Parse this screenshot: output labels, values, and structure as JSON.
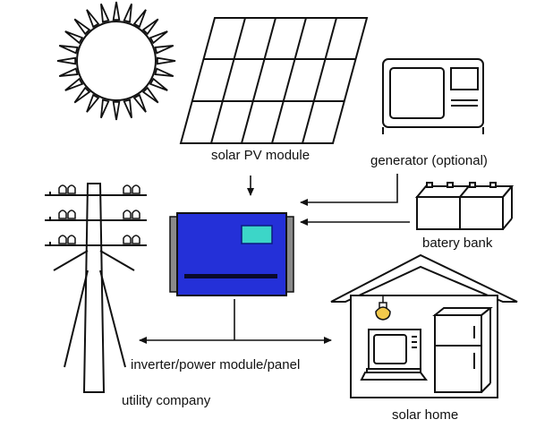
{
  "labels": {
    "solar_pv_module": "solar PV module",
    "generator": "generator (optional)",
    "battery_bank": "batery bank",
    "inverter": "inverter/power module/panel",
    "utility_company": "utility company",
    "solar_home": "solar home"
  },
  "colors": {
    "line": "#111111",
    "inverter_body": "#2430d8",
    "inverter_screen": "#3cd6c8",
    "inverter_side": "#8a8a8a",
    "bulb": "#f2c94c"
  },
  "icons": [
    "sun-icon",
    "solar-panel-icon",
    "generator-icon",
    "battery-icon",
    "inverter-icon",
    "utility-pole-icon",
    "house-icon",
    "light-bulb-icon",
    "computer-icon",
    "refrigerator-icon"
  ]
}
